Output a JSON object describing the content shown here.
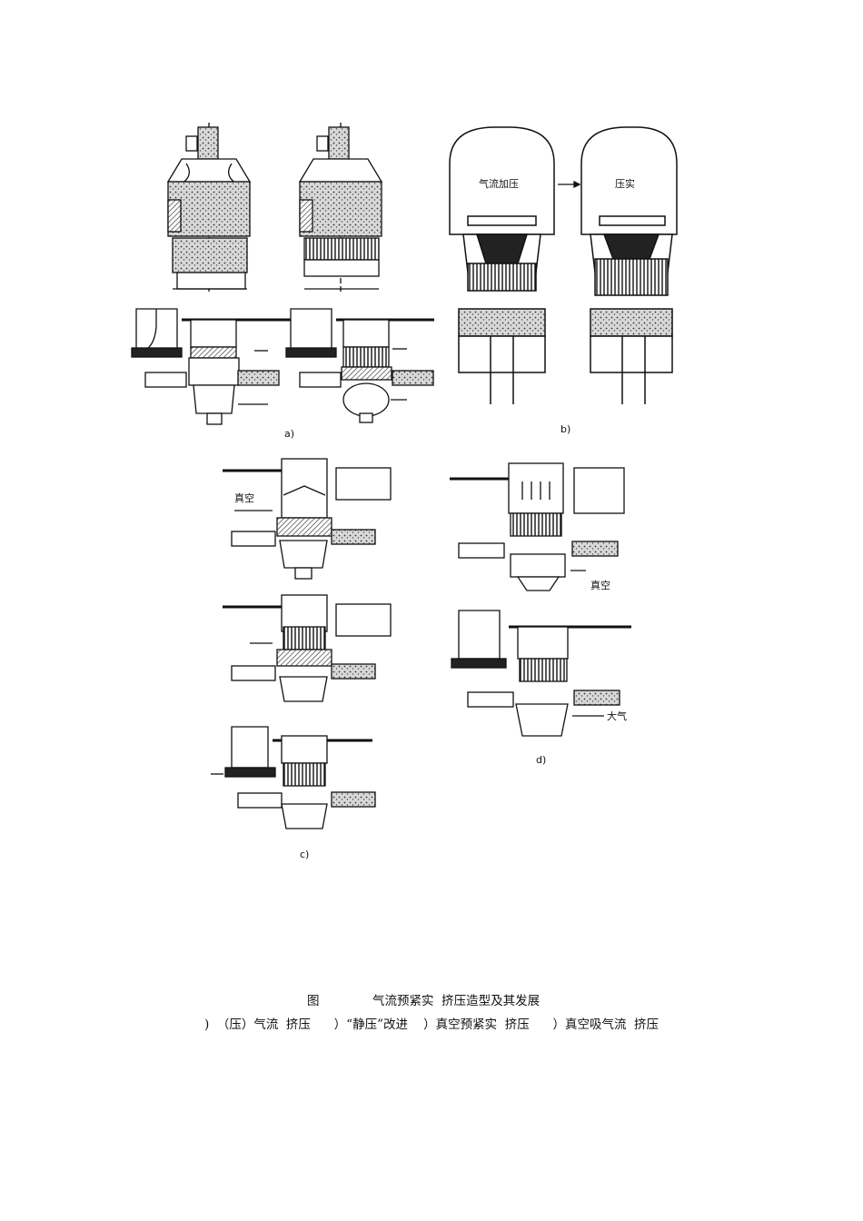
{
  "figure": {
    "panel_labels": {
      "a": "a)",
      "b": "b)",
      "c": "c)",
      "d": "d)"
    },
    "annotations": {
      "airflow_pressurize": "气流加压",
      "compacted": "压实",
      "vacuum_c": "真空",
      "vacuum_d": "真空",
      "atmosphere": "大气"
    }
  },
  "caption": {
    "line1_prefix": "图",
    "line1_title": "气流预紧实  挤压造型及其发展",
    "line2": ")  （压）气流  挤压      ）“静压”改进    ）真空预紧实  挤压      ）真空吸气流  挤压"
  }
}
